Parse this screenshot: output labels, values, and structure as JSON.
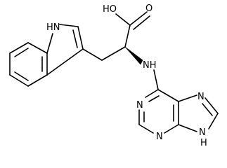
{
  "colors": {
    "background": "#ffffff",
    "ink": "#000000"
  },
  "atoms": {
    "indole_nh": "HN",
    "acid_oh": "HO",
    "carbonyl_o": "O",
    "amine_nh": "NH",
    "purine_n1": "N",
    "purine_n3": "N",
    "purine_n7": "N",
    "purine_n9h": "N",
    "purine_n9h_h": "H"
  }
}
